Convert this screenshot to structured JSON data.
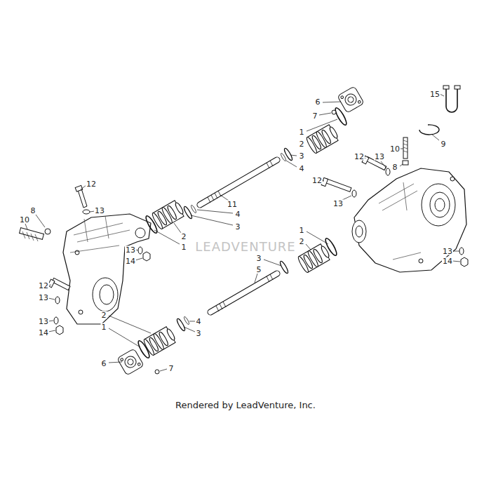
{
  "diagram": {
    "caption": "Rendered by LeadVenture, Inc.",
    "labels": [
      "15",
      "6",
      "7",
      "1",
      "2",
      "9",
      "10",
      "3",
      "12",
      "13",
      "8",
      "4",
      "12",
      "12",
      "11",
      "13",
      "13",
      "8",
      "4",
      "10",
      "3",
      "1",
      "2",
      "2",
      "1",
      "13",
      "LEADVENTURE",
      "13",
      "3",
      "14",
      "14",
      "5",
      "12",
      "13",
      "2",
      "4",
      "13",
      "1",
      "3",
      "14",
      "6",
      "7"
    ]
  }
}
